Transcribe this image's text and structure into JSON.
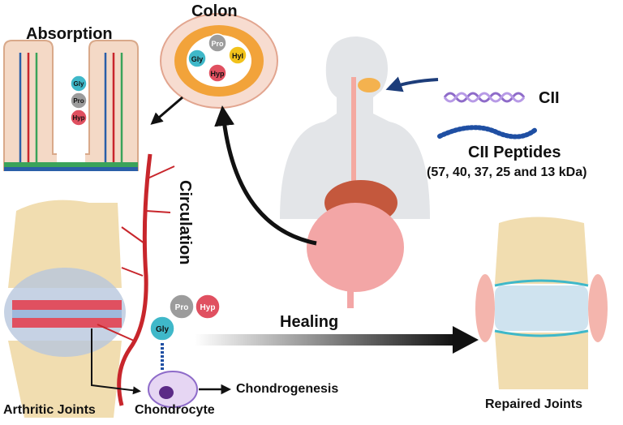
{
  "labels": {
    "colon": "Colon",
    "absorption": "Absorption",
    "circulation": "Circulation",
    "cii": "CII",
    "cii_peptides": "CII Peptides",
    "peptide_sizes": "(57, 40, 37, 25 and 13 kDa)",
    "healing": "Healing",
    "chondrogenesis": "Chondrogenesis",
    "chondrocyte": "Chondrocyte",
    "arthritic_joints": "Arthritic Joints",
    "repaired_joints": "Repaired Joints"
  },
  "amino_acids": {
    "gly": "Gly",
    "pro": "Pro",
    "hyp": "Hyp",
    "hyl": "Hyl"
  },
  "colors": {
    "gly": "#3fb8c9",
    "pro": "#9c9c9c",
    "hyp": "#e05060",
    "hyl": "#f2c21b",
    "arrow": "#111111",
    "blue_arrow": "#1d3d7a",
    "vessel": "#c8262c"
  }
}
